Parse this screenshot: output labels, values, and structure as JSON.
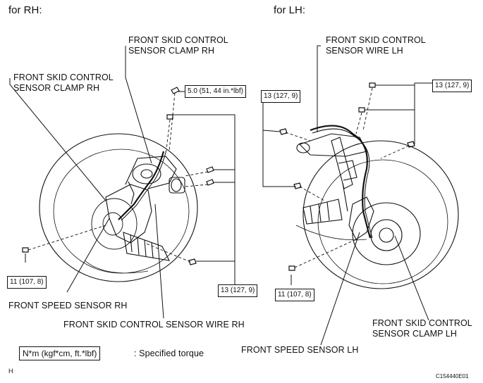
{
  "headers": {
    "rh": "for RH:",
    "lh": "for LH:"
  },
  "rh_labels": {
    "clamp_top": [
      "FRONT SKID CONTROL",
      "SENSOR CLAMP RH"
    ],
    "clamp_left": [
      "FRONT SKID CONTROL",
      "SENSOR CLAMP RH"
    ],
    "speed_sensor": "FRONT SPEED SENSOR RH",
    "wire": "FRONT SKID CONTROL SENSOR WIRE RH"
  },
  "lh_labels": {
    "wire": [
      "FRONT SKID CONTROL",
      "SENSOR WIRE LH"
    ],
    "clamp": [
      "FRONT SKID CONTROL",
      "SENSOR CLAMP LH"
    ],
    "speed_sensor": "FRONT SPEED SENSOR LH"
  },
  "torques": {
    "rh_top": "5.0 (51, 44 in.*lbf)",
    "rh_bottom_left": "11 (107, 8)",
    "rh_bottom_right": "13 (127, 9)",
    "lh_left": "13 (127, 9)",
    "lh_top_right": "13 (127, 9)",
    "lh_bottom": "11 (107, 8)"
  },
  "legend": {
    "unit": "N*m (kgf*cm, ft.*lbf)",
    "text": ": Specified torque"
  },
  "footer": {
    "left_mark": "H",
    "figure_id": "C154440E01"
  }
}
